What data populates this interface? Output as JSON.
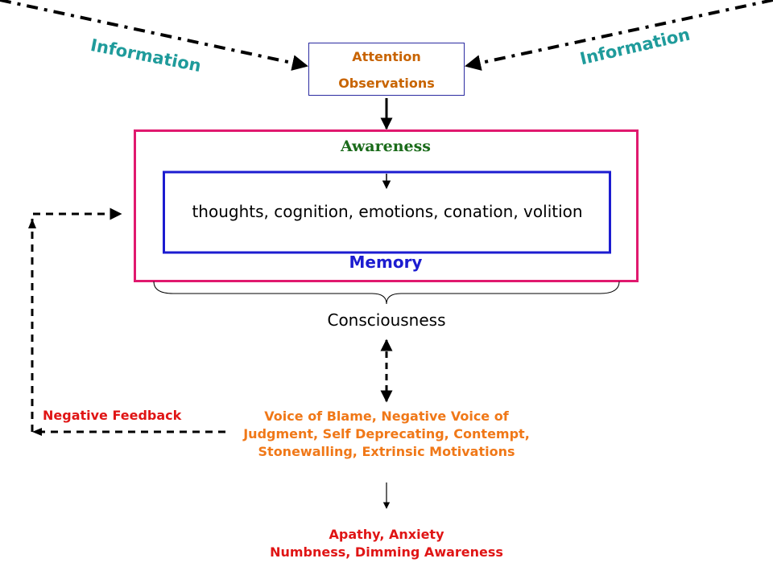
{
  "colors": {
    "information": "#1f9b9b",
    "attention": "#c86400",
    "awareness": "#1a6b1a",
    "memory": "#1c1cd0",
    "outer_box": "#e0196e",
    "negative": "#e01515",
    "voice": "#f07818"
  },
  "information_left": "Information",
  "information_right": "Information",
  "attention": {
    "line1": "Attention",
    "line2": "Observations"
  },
  "awareness": "Awareness",
  "thoughts": "thoughts, cognition, emotions, conation, volition",
  "memory": "Memory",
  "consciousness": "Consciousness",
  "negative_feedback": "Negative Feedback",
  "voice": {
    "line1": "Voice of Blame, Negative Voice of",
    "line2": "Judgment, Self Deprecating, Contempt,",
    "line3": "Stonewalling, Extrinsic Motivations"
  },
  "outcome": {
    "line1": "Apathy, Anxiety",
    "line2": "Numbness, Dimming Awareness"
  }
}
